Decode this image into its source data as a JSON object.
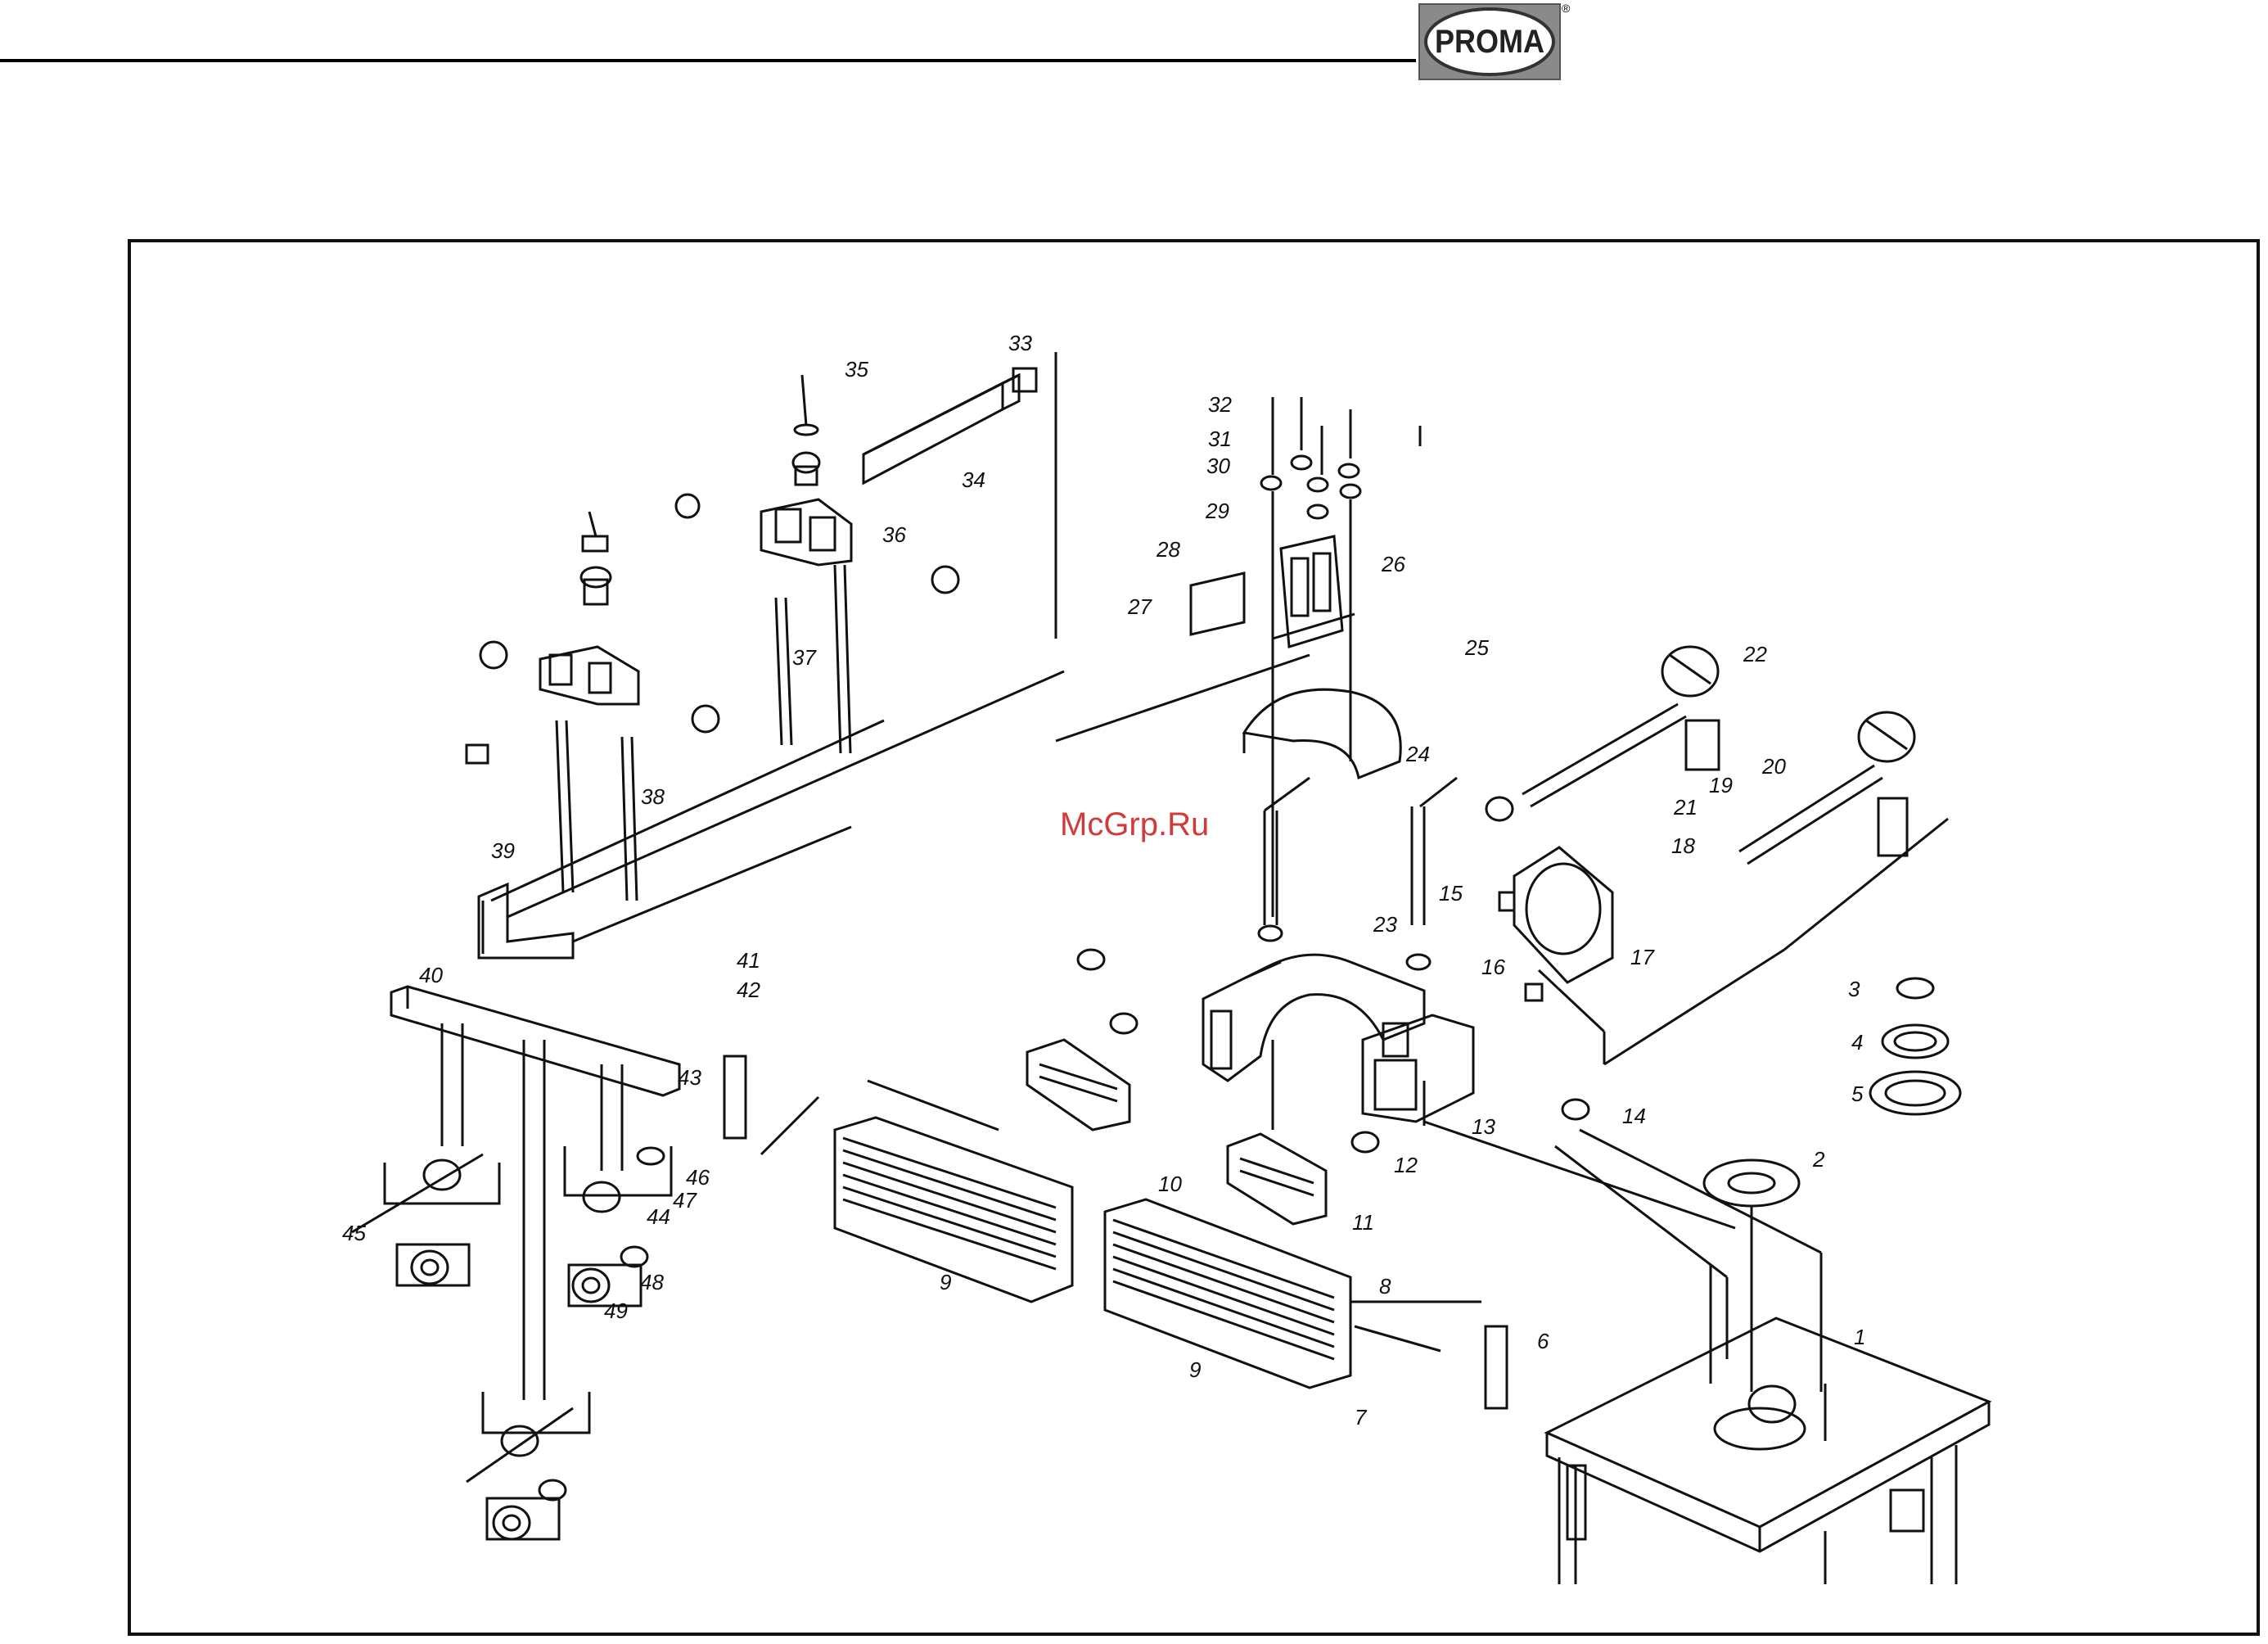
{
  "brand": {
    "logo_text": "PROMA",
    "registered_mark": "®"
  },
  "watermark": "McGrp.Ru",
  "callouts": [
    {
      "id": "c1",
      "label": "1"
    },
    {
      "id": "c2",
      "label": "2"
    },
    {
      "id": "c3",
      "label": "3"
    },
    {
      "id": "c4",
      "label": "4"
    },
    {
      "id": "c5",
      "label": "5"
    },
    {
      "id": "c6",
      "label": "6"
    },
    {
      "id": "c7",
      "label": "7"
    },
    {
      "id": "c8",
      "label": "8"
    },
    {
      "id": "c9a",
      "label": "9"
    },
    {
      "id": "c9b",
      "label": "9"
    },
    {
      "id": "c10",
      "label": "10"
    },
    {
      "id": "c11",
      "label": "11"
    },
    {
      "id": "c12",
      "label": "12"
    },
    {
      "id": "c13",
      "label": "13"
    },
    {
      "id": "c14",
      "label": "14"
    },
    {
      "id": "c15",
      "label": "15"
    },
    {
      "id": "c16",
      "label": "16"
    },
    {
      "id": "c17",
      "label": "17"
    },
    {
      "id": "c18",
      "label": "18"
    },
    {
      "id": "c19",
      "label": "19"
    },
    {
      "id": "c20",
      "label": "20"
    },
    {
      "id": "c21",
      "label": "21"
    },
    {
      "id": "c22",
      "label": "22"
    },
    {
      "id": "c23",
      "label": "23"
    },
    {
      "id": "c24",
      "label": "24"
    },
    {
      "id": "c25",
      "label": "25"
    },
    {
      "id": "c26",
      "label": "26"
    },
    {
      "id": "c27",
      "label": "27"
    },
    {
      "id": "c28",
      "label": "28"
    },
    {
      "id": "c29",
      "label": "29"
    },
    {
      "id": "c30",
      "label": "30"
    },
    {
      "id": "c31",
      "label": "31"
    },
    {
      "id": "c32",
      "label": "32"
    },
    {
      "id": "c33",
      "label": "33"
    },
    {
      "id": "c34",
      "label": "34"
    },
    {
      "id": "c35",
      "label": "35"
    },
    {
      "id": "c36",
      "label": "36"
    },
    {
      "id": "c37",
      "label": "37"
    },
    {
      "id": "c38",
      "label": "38"
    },
    {
      "id": "c39",
      "label": "39"
    },
    {
      "id": "c40",
      "label": "40"
    },
    {
      "id": "c41",
      "label": "41"
    },
    {
      "id": "c42",
      "label": "42"
    },
    {
      "id": "c43",
      "label": "43"
    },
    {
      "id": "c44",
      "label": "44"
    },
    {
      "id": "c45",
      "label": "45"
    },
    {
      "id": "c46",
      "label": "46"
    },
    {
      "id": "c47",
      "label": "47"
    },
    {
      "id": "c48",
      "label": "48"
    },
    {
      "id": "c49",
      "label": "49"
    }
  ]
}
